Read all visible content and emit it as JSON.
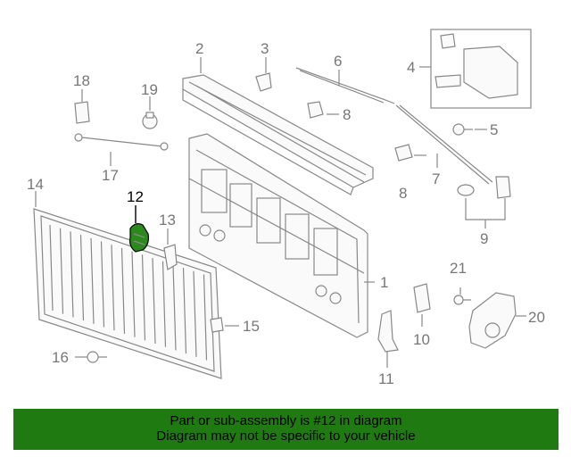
{
  "diagram": {
    "highlight_color": "#2b8a1c",
    "callouts": [
      "1",
      "2",
      "3",
      "4",
      "5",
      "6",
      "7",
      "8",
      "8",
      "9",
      "10",
      "11",
      "12",
      "13",
      "14",
      "15",
      "16",
      "17",
      "18",
      "19",
      "20",
      "21"
    ],
    "highlighted_part": "12"
  },
  "footer": {
    "line1": "Part or sub-assembly is #12 in diagram",
    "line2": "Diagram may not be specific to your vehicle",
    "background": "#1f7a12"
  }
}
